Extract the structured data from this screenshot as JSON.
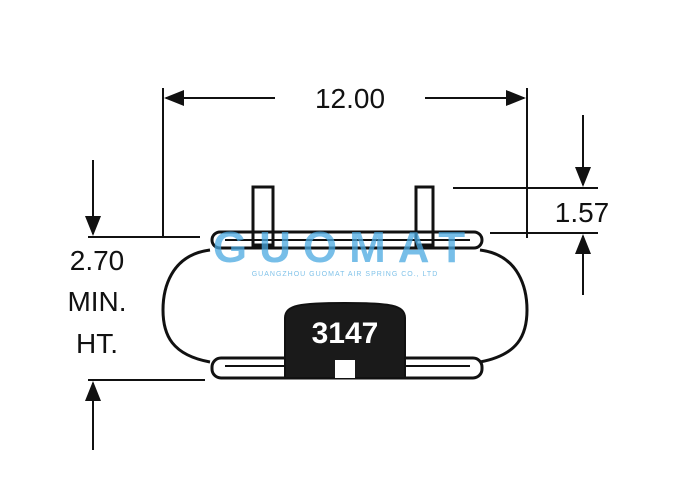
{
  "dimensions": {
    "width": "12.00",
    "height_top": "1.57",
    "min_height": [
      "2.70",
      "MIN.",
      "HT."
    ]
  },
  "part_number": "3147",
  "watermark": {
    "brand": "GUOMAT",
    "company": "GUANGZHOU GUOMAT AIR SPRING CO., LTD",
    "color": "#4aa8e0"
  },
  "line_color": "#111111"
}
